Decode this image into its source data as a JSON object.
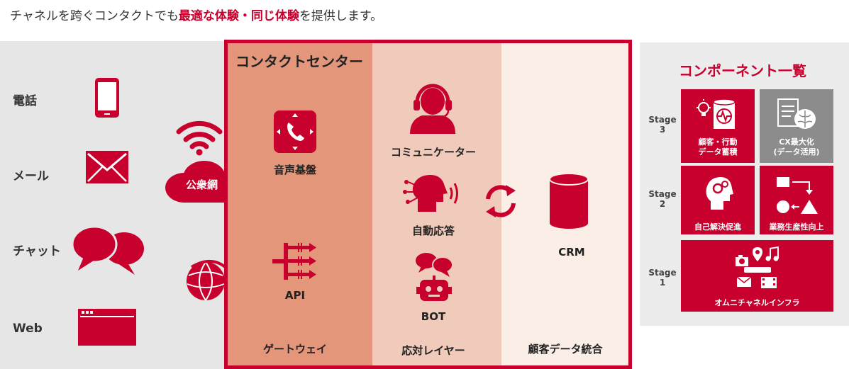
{
  "headline": {
    "prefix": "チャネルを跨ぐコンタクトでも",
    "highlight1": "最適な体験",
    "separator": "・",
    "highlight2": "同じ体験",
    "suffix": "を提供します。"
  },
  "channels": {
    "phone": "電話",
    "mail": "メール",
    "chat": "チャット",
    "web": "Web",
    "network": "公衆網"
  },
  "contact_center": {
    "title": "コンタクトセンター",
    "columns": {
      "gateway": "ゲートウェイ",
      "response": "応対レイヤー",
      "data": "顧客データ統合"
    },
    "nodes": {
      "voice": "音声基盤",
      "api": "API",
      "communicator": "コミュニケーター",
      "auto": "自動応答",
      "bot": "BOT",
      "crm": "CRM"
    }
  },
  "components": {
    "title": "コンポーネント一覧",
    "stages": {
      "s3": [
        "Stage",
        "3"
      ],
      "s2": [
        "Stage",
        "2"
      ],
      "s1": [
        "Stage",
        "1"
      ]
    },
    "tiles": {
      "data_store": [
        "顧客・行動",
        "データ蓄積"
      ],
      "cx": [
        "CX最大化",
        "(データ活用)"
      ],
      "self_solve": "自己解決促進",
      "productivity": "業務生産性向上",
      "omni": "オムニチャネルインフラ"
    }
  },
  "colors": {
    "accent": "#c8002d",
    "gateway_col": "#e3967a",
    "response_col": "#f0cbbb",
    "data_col": "#fbeee7",
    "panel_grey": "#e6e6e6",
    "tile_grey": "#8c8c8c"
  }
}
